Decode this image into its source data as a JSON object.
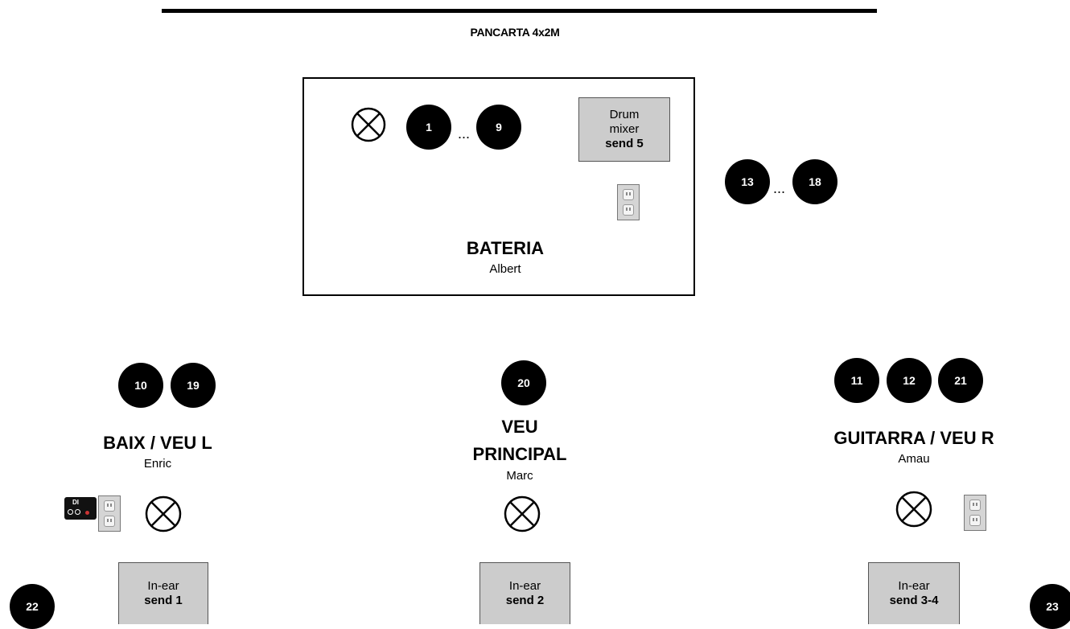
{
  "banner": {
    "label": "PANCARTA 4x2M"
  },
  "drums": {
    "title": "BATERIA",
    "name": "Albert",
    "channel_start": "1",
    "channel_end": "9",
    "ellipsis": "...",
    "mixer": {
      "line1": "Drum",
      "line2": "mixer",
      "line3": "send 5"
    }
  },
  "overheads": {
    "channel_start": "13",
    "channel_end": "18",
    "ellipsis": "..."
  },
  "bass": {
    "title": "BAIX / VEU L",
    "name": "Enric",
    "channels": [
      "10",
      "19"
    ],
    "inear_line1": "In-ear",
    "inear_line2": "send 1",
    "di_label": "DI"
  },
  "lead": {
    "title_line1": "VEU",
    "title_line2": "PRINCIPAL",
    "name": "Marc",
    "channels": [
      "20"
    ],
    "inear_line1": "In-ear",
    "inear_line2": "send 2"
  },
  "guitar": {
    "title": "GUITARRA / VEU R",
    "name": "Amau",
    "channels": [
      "11",
      "12",
      "21"
    ],
    "inear_line1": "In-ear",
    "inear_line2": "send 3-4"
  },
  "extra_channels": {
    "left": "22",
    "right": "23"
  }
}
